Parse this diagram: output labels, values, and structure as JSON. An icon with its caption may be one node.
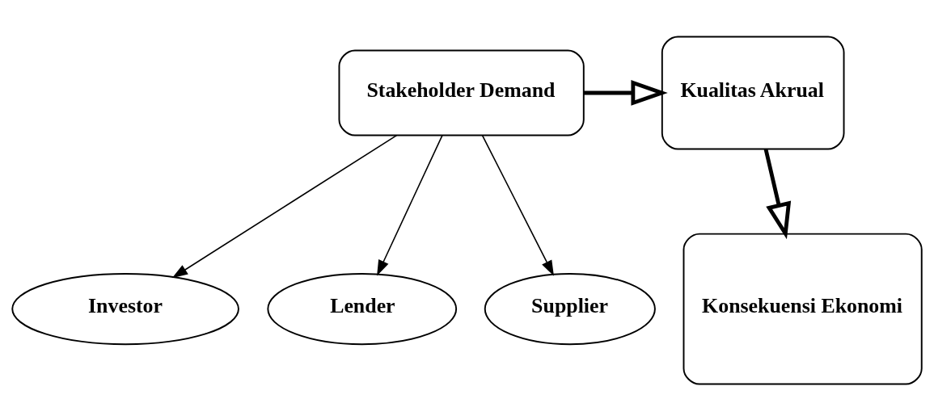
{
  "diagram": {
    "nodes": [
      {
        "text": [
          "Stakeholder Demand"
        ]
      },
      {
        "text": [
          "Kualitas Akrual"
        ]
      },
      {
        "text": [
          "Konsekuensi Ekonomi"
        ]
      },
      {
        "text": [
          "Investor"
        ]
      },
      {
        "text": [
          "Lender"
        ]
      },
      {
        "text": [
          "Supplier"
        ]
      }
    ],
    "edges": [
      {
        "from": 0,
        "to": 1,
        "arrow": "to",
        "style": "thick"
      },
      {
        "from": 1,
        "to": 2,
        "arrow": "to",
        "style": "thick"
      },
      {
        "from": 0,
        "to": 3,
        "arrow": "to"
      },
      {
        "from": 0,
        "to": 4,
        "arrow": "to"
      },
      {
        "from": 0,
        "to": 5,
        "arrow": "to"
      }
    ]
  }
}
